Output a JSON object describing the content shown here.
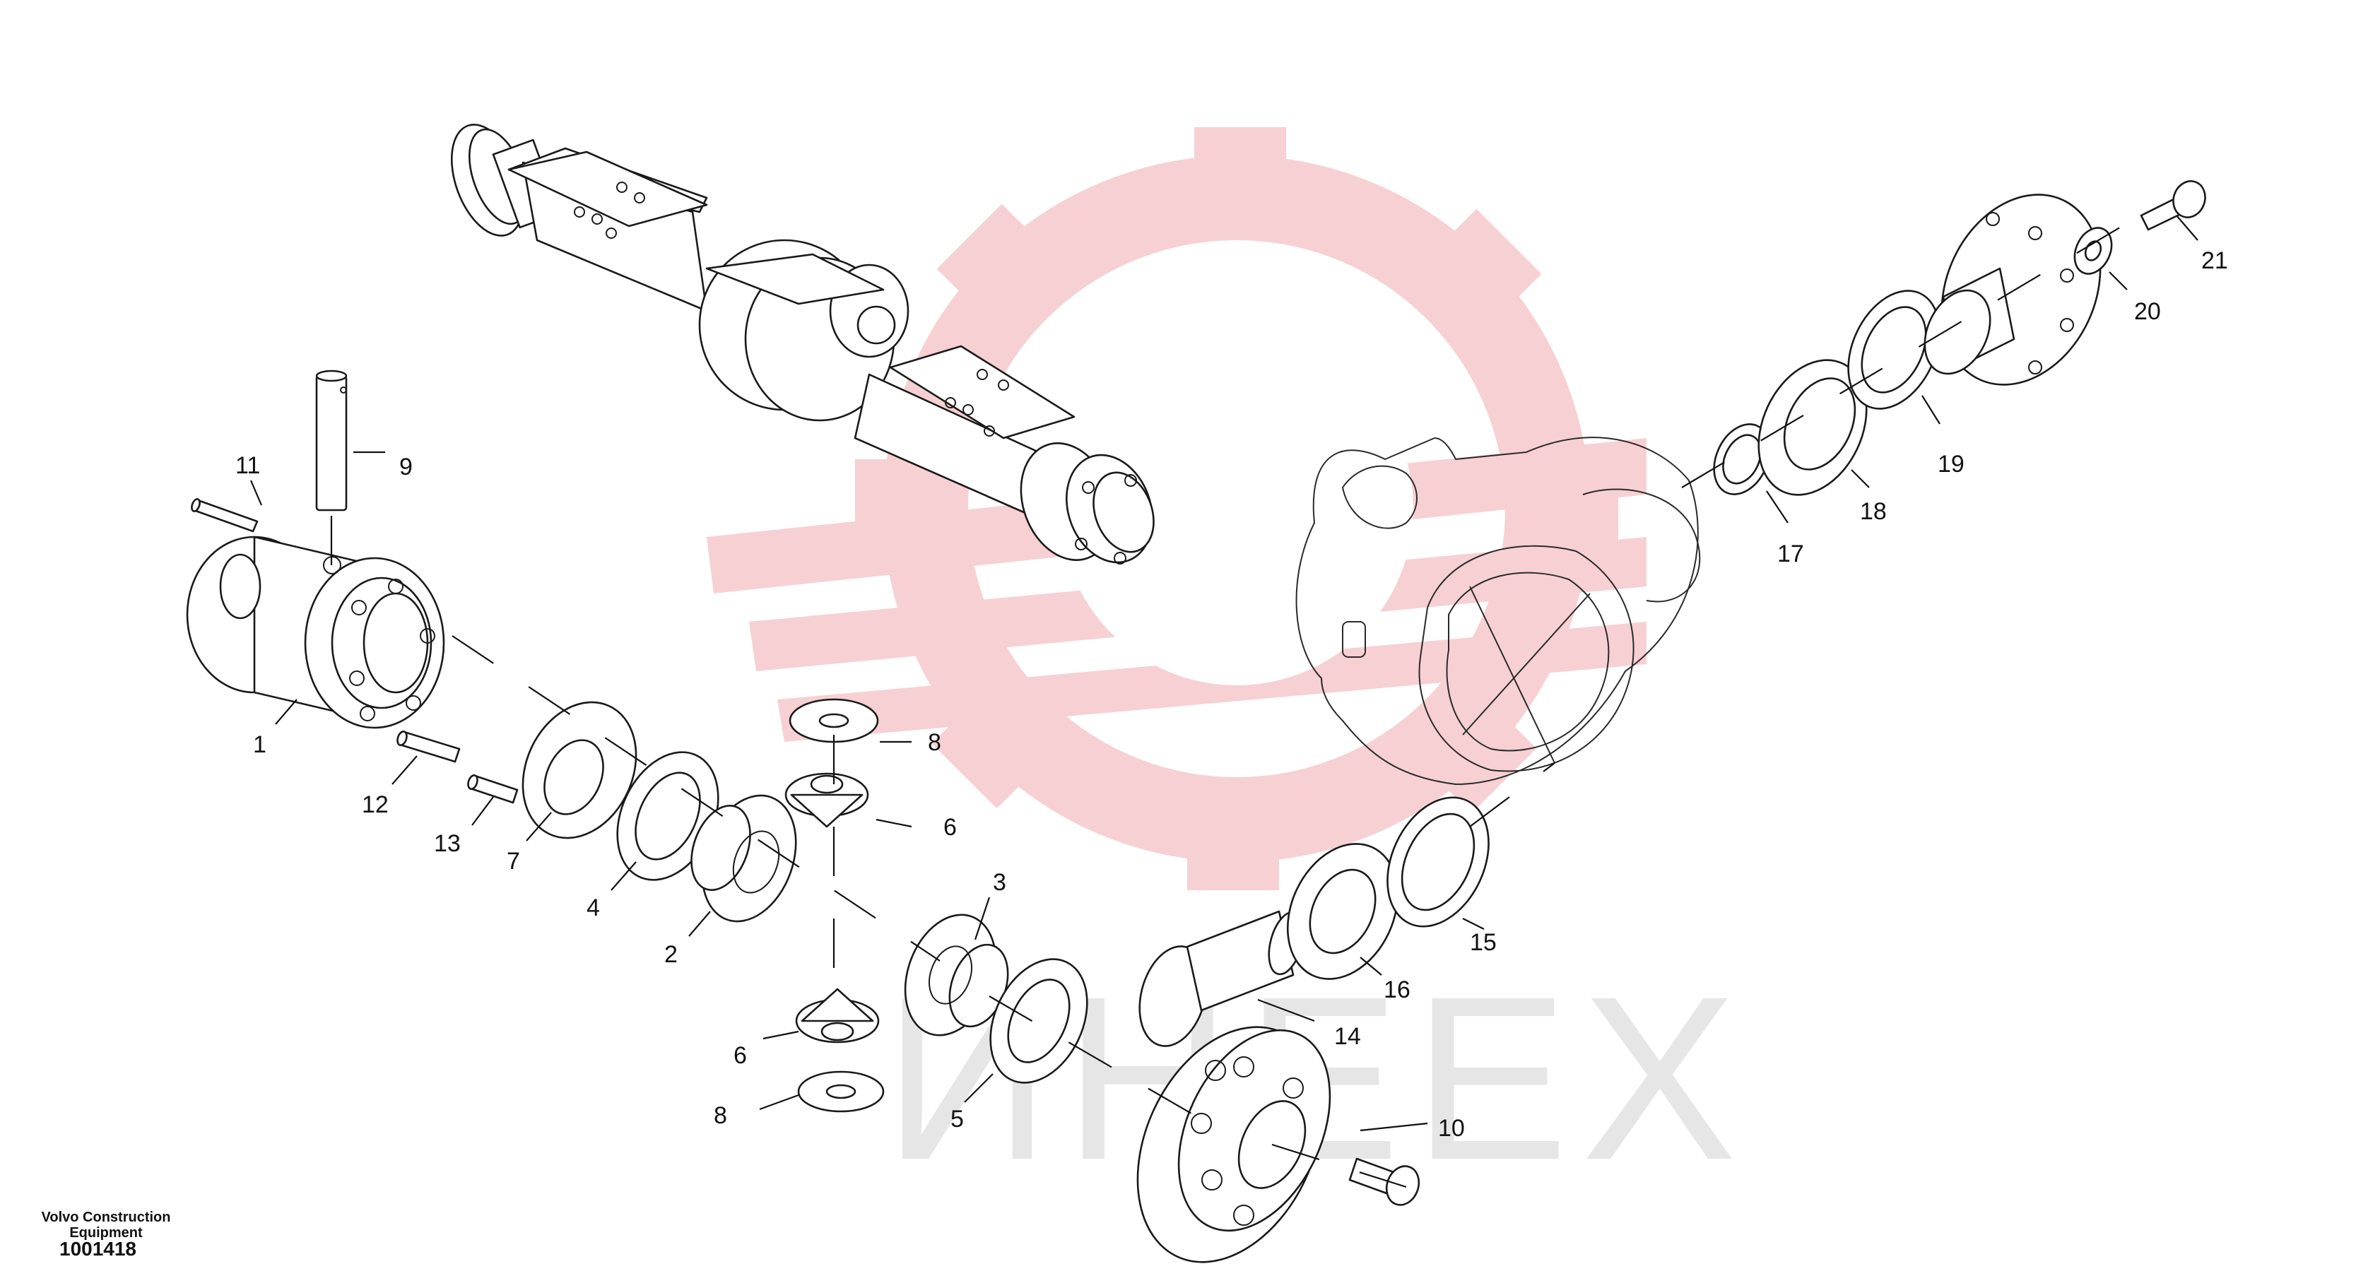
{
  "watermark": {
    "gear_color": "#f7d0d3",
    "letters_color": "#e6e6e6",
    "letters": "ИНЕЕХ"
  },
  "caption": {
    "line1": "Volvo Construction",
    "line2": "Equipment",
    "number": "1001418"
  },
  "labels": {
    "p1": "1",
    "p2": "2",
    "p3": "3",
    "p4": "4",
    "p5": "5",
    "p6a": "6",
    "p6b": "6",
    "p7": "7",
    "p8a": "8",
    "p8b": "8",
    "p9": "9",
    "p10": "10",
    "p11": "11",
    "p12": "12",
    "p13": "13",
    "p14": "14",
    "p15": "15",
    "p16": "16",
    "p17": "17",
    "p18": "18",
    "p19": "19",
    "p20": "20",
    "p21": "21"
  }
}
